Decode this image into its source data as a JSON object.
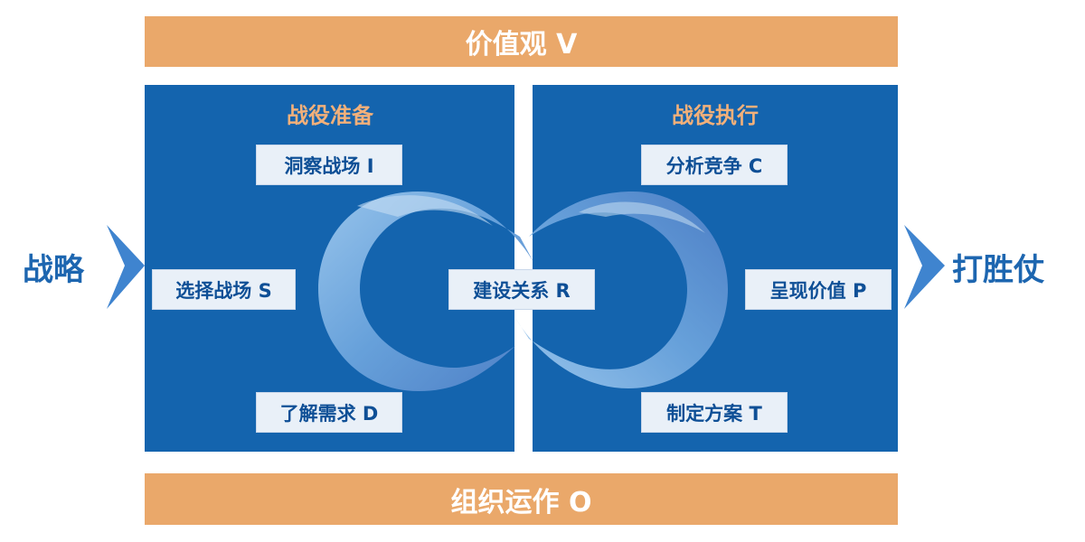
{
  "values_bar": "价值观 V",
  "organization_bar": "组织运作 O",
  "left_input": "战略",
  "right_output": "打胜仗",
  "left_panel": {
    "title": "战役准备",
    "items": [
      "洞察战场 I",
      "选择战场 S",
      "了解需求 D"
    ]
  },
  "right_panel": {
    "title": "战役执行",
    "items": [
      "分析竞争 C",
      "呈现价值 P",
      "制定方案 T"
    ]
  },
  "center_item": "建设关系 R",
  "colors": {
    "orange": "#eaa86a",
    "panel_blue": "#1464ae",
    "text_blue": "#1d66b0",
    "box_fill": "#e9f0f8",
    "panel_title": "#f2b07a"
  }
}
